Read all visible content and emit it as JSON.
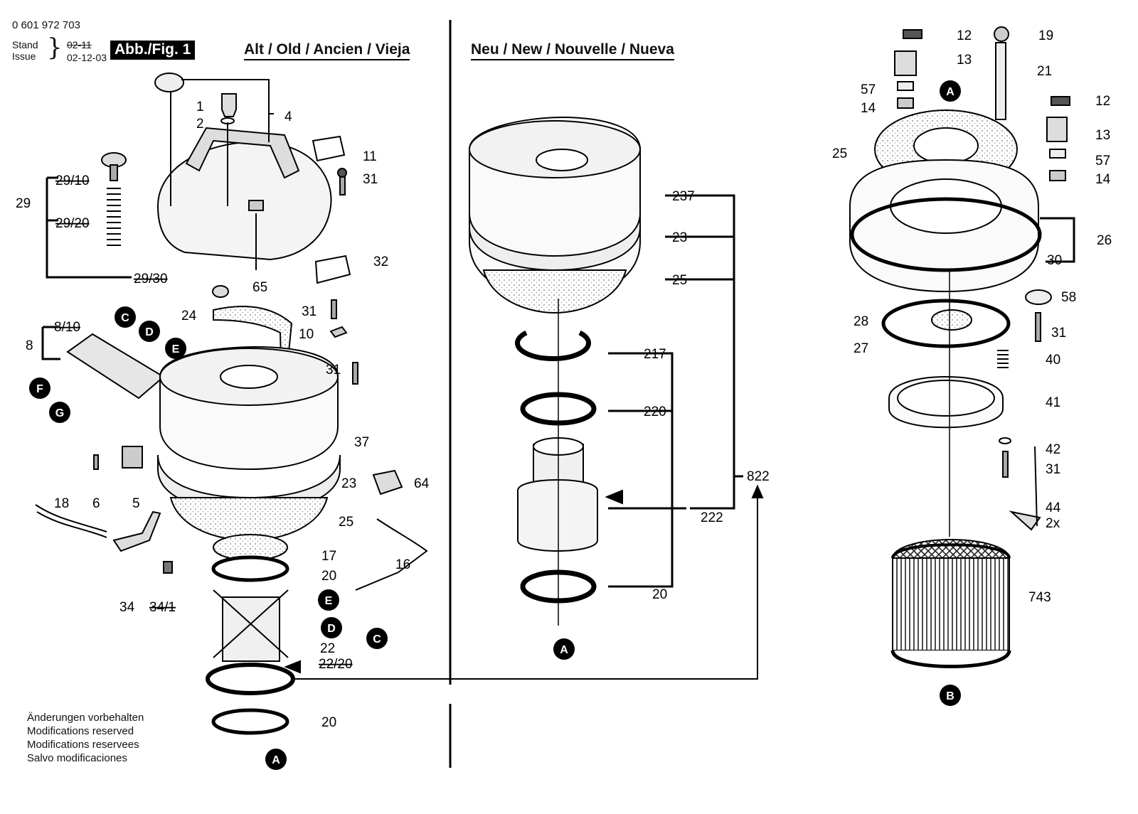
{
  "header": {
    "doc_number": "0 601 972 703",
    "stand_label": "Stand",
    "issue_label": "Issue",
    "old_date": "02-11",
    "new_date": "02-12-03",
    "figure_label": "Abb./Fig. 1"
  },
  "sections": {
    "old_title": "Alt / Old / Ancien / Vieja",
    "new_title": "Neu / New / Nouvelle / Nueva"
  },
  "footer_note": [
    "Änderungen vorbehalten",
    "Modifications reserved",
    "Modifications reservees",
    "Salvo modificaciones"
  ],
  "left_labels": {
    "l1": "1",
    "l2": "2",
    "l4": "4",
    "l11": "11",
    "l31a": "31",
    "l29": "29",
    "l29_10": "29/10",
    "l29_20": "29/20",
    "l29_30": "29/30",
    "l65": "65",
    "l32": "32",
    "l24": "24",
    "l31b": "31",
    "l10": "10",
    "l8": "8",
    "l8_10": "8/10",
    "l31c": "31",
    "l37": "37",
    "l6": "6",
    "l5": "5",
    "l23": "23",
    "l64": "64",
    "l18": "18",
    "l25": "25",
    "l17": "17",
    "l20a": "20",
    "l16": "16",
    "l34": "34",
    "l34_1": "34/1",
    "l22": "22",
    "l22_20": "22/20",
    "l20b": "20"
  },
  "middle_labels": {
    "l237": "237",
    "l23": "23",
    "l25": "25",
    "l217": "217",
    "l220": "220",
    "l822": "822",
    "l222": "222",
    "l20": "20"
  },
  "right_labels": {
    "l12a": "12",
    "l19": "19",
    "l13a": "13",
    "l21": "21",
    "l57a": "57",
    "l14a": "14",
    "l12b": "12",
    "l13b": "13",
    "l25": "25",
    "l57b": "57",
    "l14b": "14",
    "l26": "26",
    "l30": "30",
    "l58": "58",
    "l28": "28",
    "l31a": "31",
    "l27": "27",
    "l40": "40",
    "l41": "41",
    "l42": "42",
    "l31b": "31",
    "l44": "44",
    "l2x": "2x",
    "l743": "743"
  },
  "callouts": {
    "A": "A",
    "B": "B",
    "C": "C",
    "D": "D",
    "E": "E",
    "F": "F",
    "G": "G"
  }
}
